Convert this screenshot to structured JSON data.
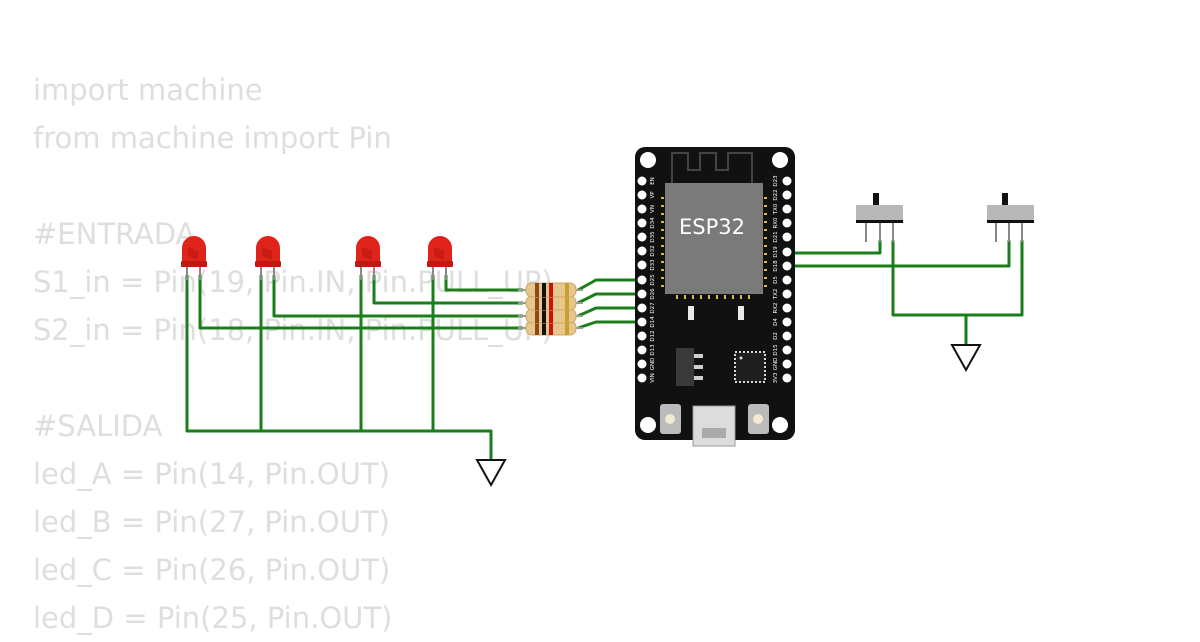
{
  "code": {
    "lines": [
      "import machine",
      "from machine import Pin",
      "",
      "#ENTRADA",
      "S1_in = Pin(19, Pin.IN, Pin.PULL_UP)",
      "S2_in = Pin(18, Pin.IN, Pin.PULL_UP)",
      "",
      "#SALIDA",
      "led_A = Pin(14, Pin.OUT)",
      "led_B = Pin(27, Pin.OUT)",
      "led_C = Pin(26, Pin.OUT)",
      "led_D = Pin(25, Pin.OUT)"
    ]
  },
  "board": {
    "label": "ESP32",
    "left_pins": [
      "EN",
      "VP",
      "VN",
      "D34",
      "D35",
      "D32",
      "D33",
      "D25",
      "D26",
      "D27",
      "D14",
      "D12",
      "D13",
      "GND",
      "VIN"
    ],
    "right_pins": [
      "D23",
      "D22",
      "TX0",
      "RX0",
      "D21",
      "D19",
      "D18",
      "D5",
      "TX2",
      "RX2",
      "D4",
      "D2",
      "D15",
      "GND",
      "3V3"
    ]
  },
  "components": {
    "leds": [
      "led-a",
      "led-b",
      "led-c",
      "led-d"
    ],
    "resistors": [
      "r1",
      "r2",
      "r3",
      "r4"
    ],
    "switches": [
      "sw1",
      "sw2"
    ]
  },
  "colors": {
    "wire": "#1a7f1a",
    "led": "#e0241c",
    "board": "#111111",
    "chip": "#7a7a7a",
    "code_text": "#dedede"
  }
}
